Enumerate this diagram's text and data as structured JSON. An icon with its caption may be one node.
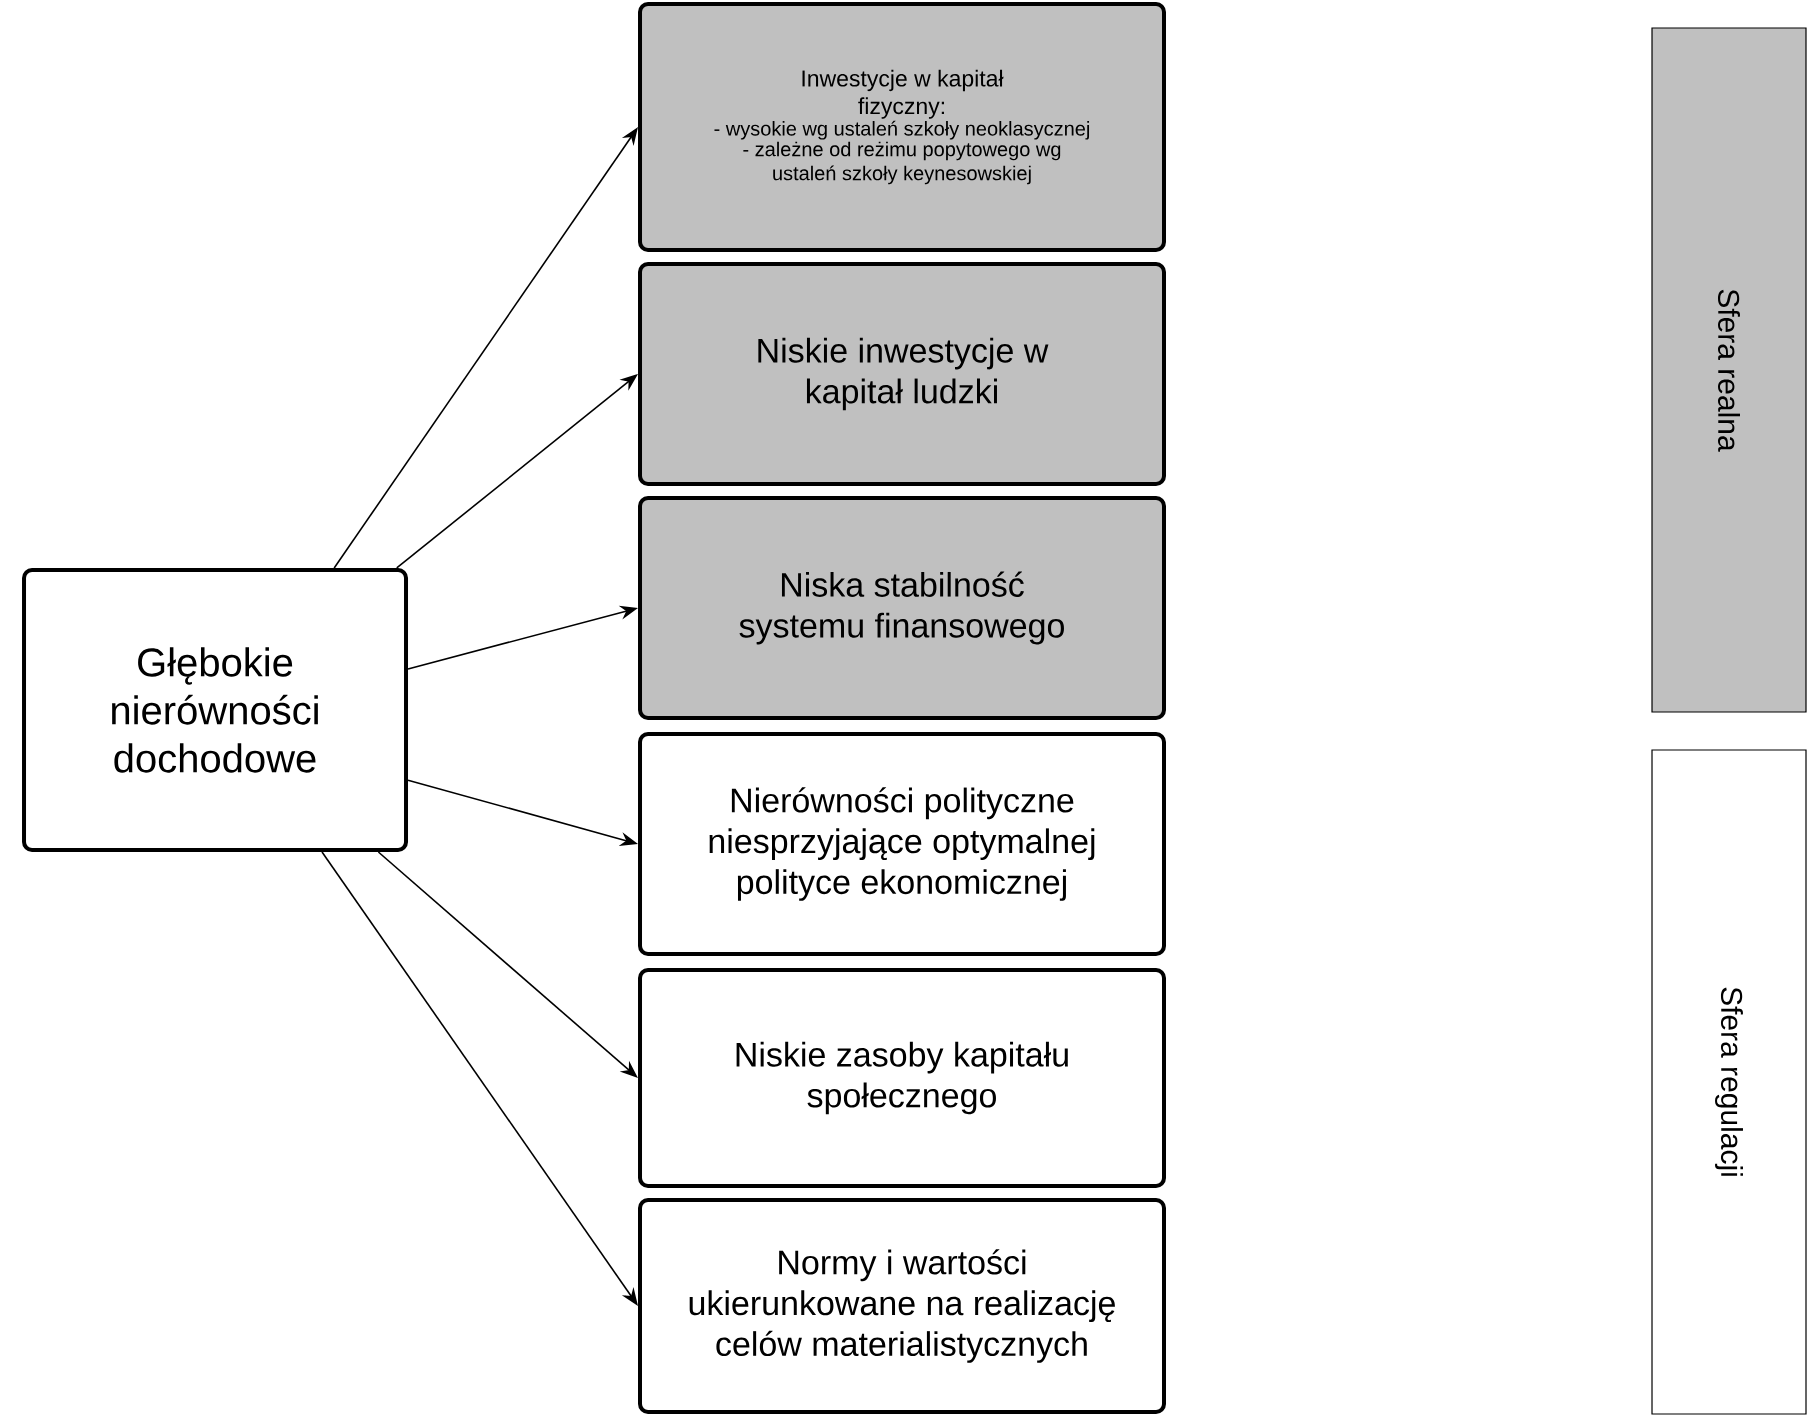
{
  "diagram": {
    "nodes": [
      {
        "text": [
          "Głębokie nierówności dochodowe"
        ]
      },
      {
        "text": [
          "Inwestycje w kapitał fizyczny:",
          "- wysokie wg ustaleń szkoły neoklasycznej",
          "- zależne od reżimu popytowego wg ustaleń szkoły keynesowskiej"
        ]
      },
      {
        "text": [
          "Niskie inwestycje w kapitał ludzki"
        ]
      },
      {
        "text": [
          "Niska stabilność systemu finansowego"
        ]
      },
      {
        "text": [
          "Nierówności polityczne niesprzyjające optymalnej polityce ekonomicznej"
        ]
      },
      {
        "text": [
          "Niskie zasoby kapitału społecznego"
        ]
      },
      {
        "text": [
          "Normy i wartości ukierunkowane na realizację celów materialistycznych"
        ]
      },
      {
        "text": [
          "Sfera realna"
        ]
      },
      {
        "text": [
          "Sfera regulacji"
        ]
      }
    ],
    "edges": [
      {
        "from": 0,
        "to": 1,
        "arrow": "to"
      },
      {
        "from": 0,
        "to": 2,
        "arrow": "to"
      },
      {
        "from": 0,
        "to": 3,
        "arrow": "to"
      },
      {
        "from": 0,
        "to": 4,
        "arrow": "to"
      },
      {
        "from": 0,
        "to": 5,
        "arrow": "to"
      },
      {
        "from": 0,
        "to": 6,
        "arrow": "to"
      }
    ]
  }
}
